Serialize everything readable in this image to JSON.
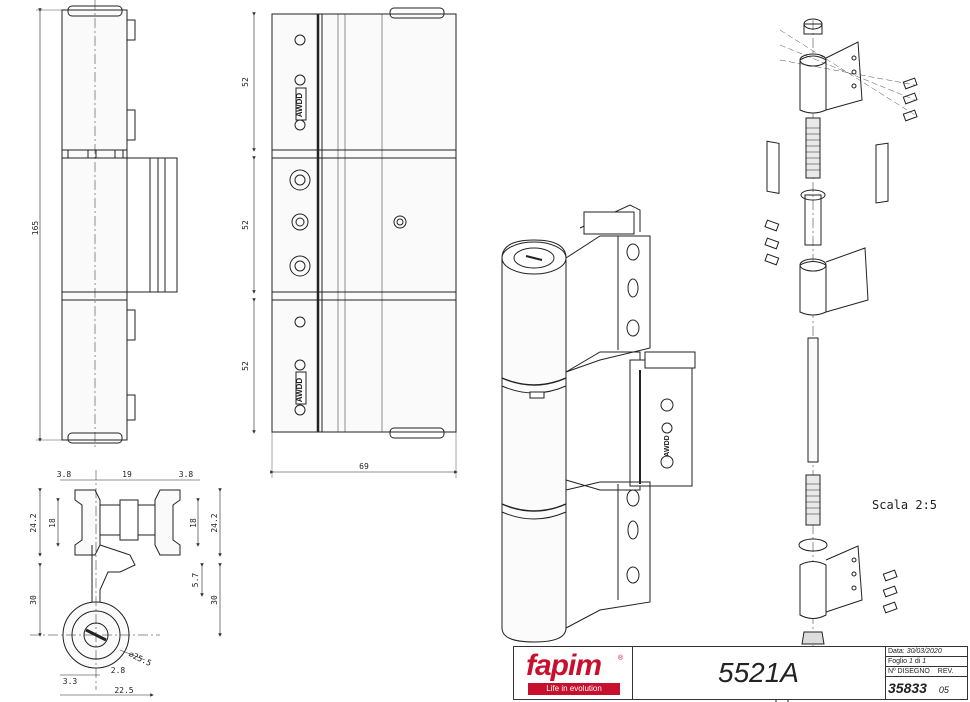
{
  "front_view": {
    "height_total": "165",
    "dims": [
      "52",
      "52",
      "52"
    ],
    "width": "69",
    "badge": "AWDD"
  },
  "plan_view": {
    "top_dims": [
      "3.8",
      "19",
      "3.8"
    ],
    "left_dims": [
      "24.2",
      "18"
    ],
    "right_dims": [
      "18",
      "24.2"
    ],
    "arm_left": "30",
    "arm_right_small": "5.7",
    "arm_right": "30",
    "bottom_dims": [
      "2.8",
      "3.3",
      "22.5"
    ],
    "diameter": "∅25.5"
  },
  "scale_label": "Scala 2:5",
  "title_block": {
    "logo_text": "fapim",
    "logo_reg": "®",
    "tagline": "Life in evolution",
    "code": "5521A",
    "date_label": "Data:",
    "date_value": "30/03/2020",
    "sheet_label": "Foglio",
    "sheet_value": "1",
    "sheet_of": "di",
    "sheet_total": "1",
    "drawing_label": "Nº DISEGNO",
    "rev_label": "REV.",
    "drawing_number": "35833",
    "rev_value": "05"
  }
}
